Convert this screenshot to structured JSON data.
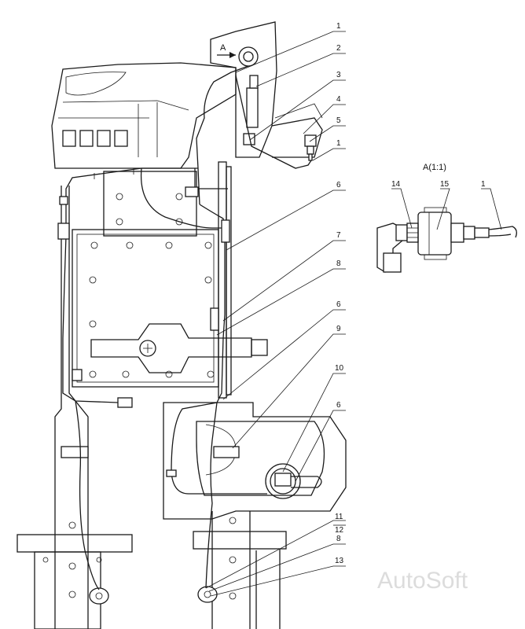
{
  "view": {
    "arrow_label": "A",
    "detail_title": "A(1:1)"
  },
  "callouts": [
    {
      "id": "c1a",
      "text": "1"
    },
    {
      "id": "c2",
      "text": "2"
    },
    {
      "id": "c3",
      "text": "3"
    },
    {
      "id": "c4",
      "text": "4"
    },
    {
      "id": "c5",
      "text": "5"
    },
    {
      "id": "c1b",
      "text": "1"
    },
    {
      "id": "c6a",
      "text": "6"
    },
    {
      "id": "c7",
      "text": "7"
    },
    {
      "id": "c8a",
      "text": "8"
    },
    {
      "id": "c6b",
      "text": "6"
    },
    {
      "id": "c9",
      "text": "9"
    },
    {
      "id": "c10",
      "text": "10"
    },
    {
      "id": "c6c",
      "text": "6"
    },
    {
      "id": "c11",
      "text": "11"
    },
    {
      "id": "c12",
      "text": "12"
    },
    {
      "id": "c8b",
      "text": "8"
    },
    {
      "id": "c13",
      "text": "13"
    }
  ],
  "detail_callouts": [
    {
      "id": "d14",
      "text": "14"
    },
    {
      "id": "d15",
      "text": "15"
    },
    {
      "id": "d1",
      "text": "1"
    }
  ],
  "watermark": "AutoSoft",
  "colors": {
    "ink": "#1a1a1a",
    "paper": "#ffffff",
    "watermark": "#dcdcdc"
  }
}
